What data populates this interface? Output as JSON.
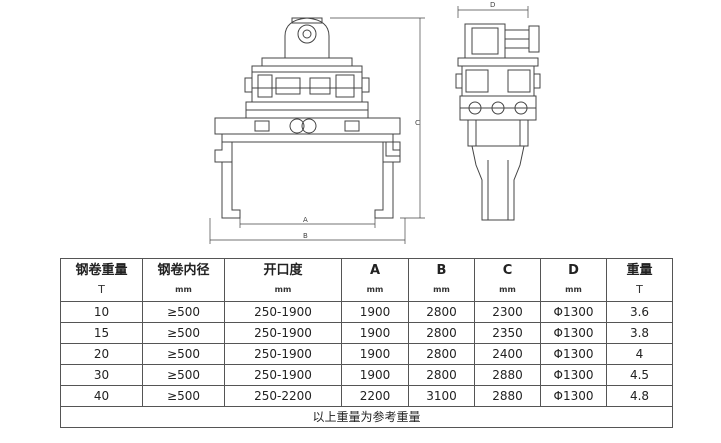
{
  "drawing": {
    "front_labels": {
      "a": "A",
      "b": "B",
      "c": "C"
    },
    "side_labels": {
      "d": "D"
    }
  },
  "table": {
    "headers": [
      {
        "title": "钢卷重量",
        "unit": "T"
      },
      {
        "title": "钢卷内径",
        "unit": "mm"
      },
      {
        "title": "开口度",
        "unit": "mm"
      },
      {
        "title": "A",
        "unit": "mm"
      },
      {
        "title": "B",
        "unit": "mm"
      },
      {
        "title": "C",
        "unit": "mm"
      },
      {
        "title": "D",
        "unit": "mm"
      },
      {
        "title": "重量",
        "unit": "T"
      }
    ],
    "rows": [
      [
        "10",
        "≥500",
        "250-1900",
        "1900",
        "2800",
        "2300",
        "Φ1300",
        "3.6"
      ],
      [
        "15",
        "≥500",
        "250-1900",
        "1900",
        "2800",
        "2350",
        "Φ1300",
        "3.8"
      ],
      [
        "20",
        "≥500",
        "250-1900",
        "1900",
        "2800",
        "2400",
        "Φ1300",
        "4"
      ],
      [
        "30",
        "≥500",
        "250-1900",
        "1900",
        "2800",
        "2880",
        "Φ1300",
        "4.5"
      ],
      [
        "40",
        "≥500",
        "250-2200",
        "2200",
        "3100",
        "2880",
        "Φ1300",
        "4.8"
      ]
    ],
    "footnote": "以上重量为参考重量"
  }
}
